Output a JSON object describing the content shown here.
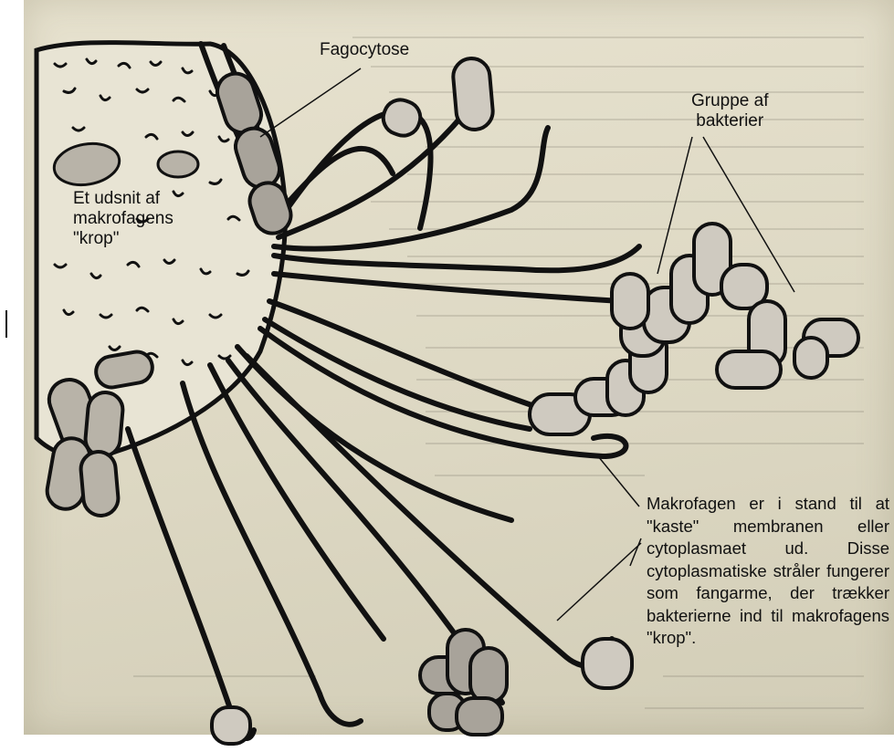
{
  "labels": {
    "fagocytose": "Fagocytose",
    "bacteria_group": "Gruppe af\nbakterier",
    "body_section": "Et udsnit af\nmakrofagens\n\"krop\"",
    "description": "Makrofagen er i stand til at \"kaste\" membranen eller cytoplasmaet ud. Disse cytoplasmatiske stråler fungerer som fangarme, der trækker bakterierne ind til makrofagens \"krop\"."
  },
  "colors": {
    "paper": "#e2dcc8",
    "ink": "#111111",
    "bacteria_fill": "#b8b3a8",
    "body_fill": "#e8e4d4"
  }
}
